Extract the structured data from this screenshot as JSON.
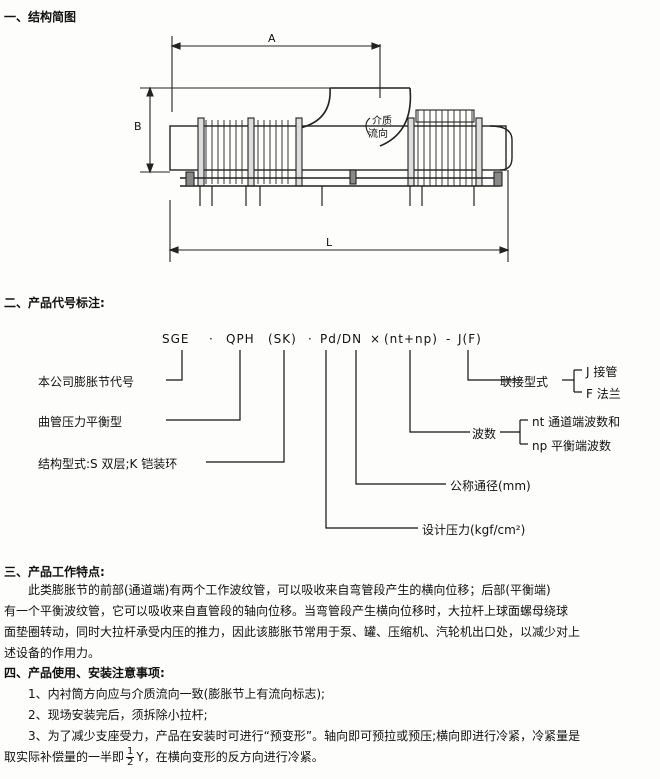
{
  "sec1": {
    "title": "一、结构简图"
  },
  "diagram": {
    "dim_a": "A",
    "dim_b": "B",
    "dim_l": "L",
    "flow_label_1": "介质",
    "flow_label_2": "流向"
  },
  "sec2": {
    "title": "二、产品代号标注:",
    "code": {
      "sge": "SGE",
      "dot1": "·",
      "qph": "QPH",
      "sk": "(SK)",
      "dot2": "·",
      "pddn": "Pd/DN",
      "times": "×",
      "nt_np": "(nt+np)",
      "dash": "-",
      "jf": "J(F)"
    },
    "labels": {
      "company_code": "本公司膨胀节代号",
      "type": "曲管压力平衡型",
      "structure": "结构型式:S 双层;K 铠装环",
      "design_pressure": "设计压力(kgf/cm²)",
      "nominal_diameter": "公称通径(mm)",
      "wave_count": "波数",
      "nt_desc": "nt 通道端波数和",
      "np_desc": "np 平衡端波数",
      "connection": "联接型式",
      "j_desc": "J 接管",
      "f_desc": "F 法兰"
    }
  },
  "sec3": {
    "title": "三、产品工作特点:",
    "lines": [
      "此类膨胀节的前部(通道端)有两个工作波纹管，可以吸收来自弯管段产生的横向位移；后部(平衡端)",
      "有一个平衡波纹管，它可以吸收来自直管段的轴向位移。当弯管段产生横向位移时，大拉杆上球面螺母绕球",
      "面垫圈转动，同时大拉杆承受内压的推力，因此该膨胀节常用于泵、罐、压缩机、汽轮机出口处，以减少对上",
      "述设备的作用力。"
    ]
  },
  "sec4": {
    "title": "四、产品使用、安装注意事项:",
    "items": [
      "1、内衬筒方向应与介质流向一致(膨胀节上有流向标志);",
      "2、现场安装完后，须拆除小拉杆;",
      "3、为了减少支座受力，产品在安装时可进行“预变形”。轴向即可预拉或预压;横向即进行冷紧，冷紧量是",
      "取实际补偿量的一半即",
      "1",
      "2",
      "Y，在横向变形的反方向进行冷紧。"
    ]
  }
}
